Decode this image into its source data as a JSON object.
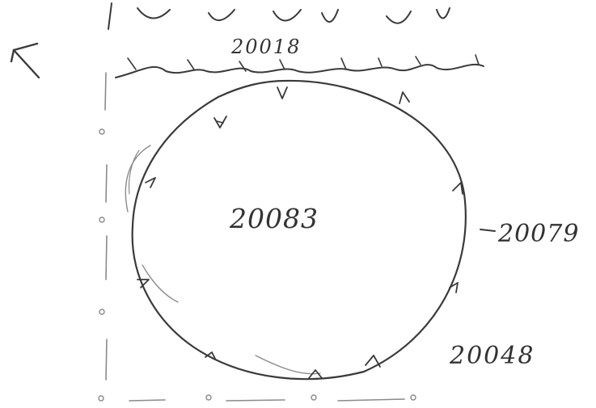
{
  "sketch": {
    "labels": {
      "top_label": "20018",
      "center_label": "20083",
      "right_label": "20079",
      "bottom_right_label": "20048"
    },
    "colors": {
      "ink": "#3a3a3a",
      "light_ink": "#8a8a8a",
      "paper": "#ffffff"
    },
    "icons": {
      "arrow": "arrow-up-left-icon"
    }
  }
}
